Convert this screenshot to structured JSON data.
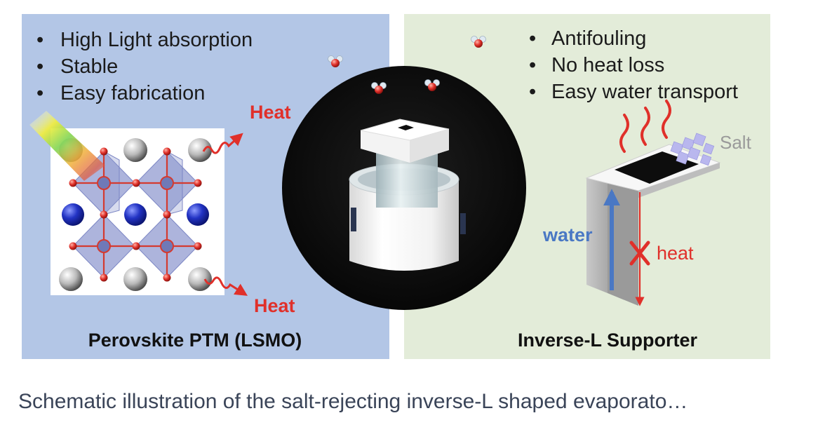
{
  "left_panel": {
    "bullets": [
      "High Light absorption",
      "Stable",
      "Easy fabrication"
    ],
    "heat_top": "Heat",
    "heat_bottom": "Heat",
    "title": "Perovskite PTM (LSMO)"
  },
  "right_panel": {
    "bullets": [
      "Antifouling",
      "No heat loss",
      "Easy water transport"
    ],
    "salt_label": "Salt",
    "water_label": "water",
    "heat_label": "heat",
    "title": "Inverse-L Supporter"
  },
  "colors": {
    "left_bg": "#b3c6e6",
    "right_bg": "#e3ecd9",
    "heat_red": "#e0302a",
    "water_blue": "#4a78c4",
    "salt_purple": "#b9b7ee",
    "sphere_blue": "#1f2fb8",
    "octahedron": "#8d97cf"
  },
  "caption": "Schematic illustration of the salt-rejecting inverse-L shaped evaporato…"
}
